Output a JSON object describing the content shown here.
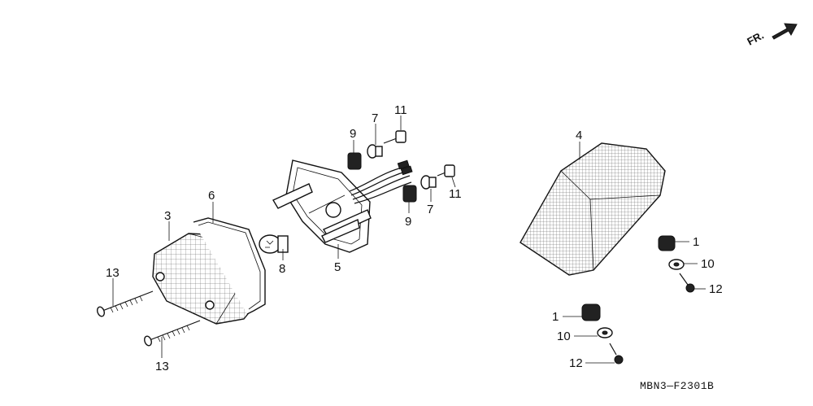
{
  "diagram": {
    "code": "MBN3—F2301B",
    "direction_label": "FR.",
    "callouts": {
      "c1a": "1",
      "c1b": "1",
      "c3": "3",
      "c4": "4",
      "c5": "5",
      "c6": "6",
      "c7a": "7",
      "c7b": "7",
      "c8": "8",
      "c9a": "9",
      "c9b": "9",
      "c10a": "10",
      "c10b": "10",
      "c11a": "11",
      "c11b": "11",
      "c12a": "12",
      "c12b": "12",
      "c13a": "13",
      "c13b": "13"
    }
  }
}
